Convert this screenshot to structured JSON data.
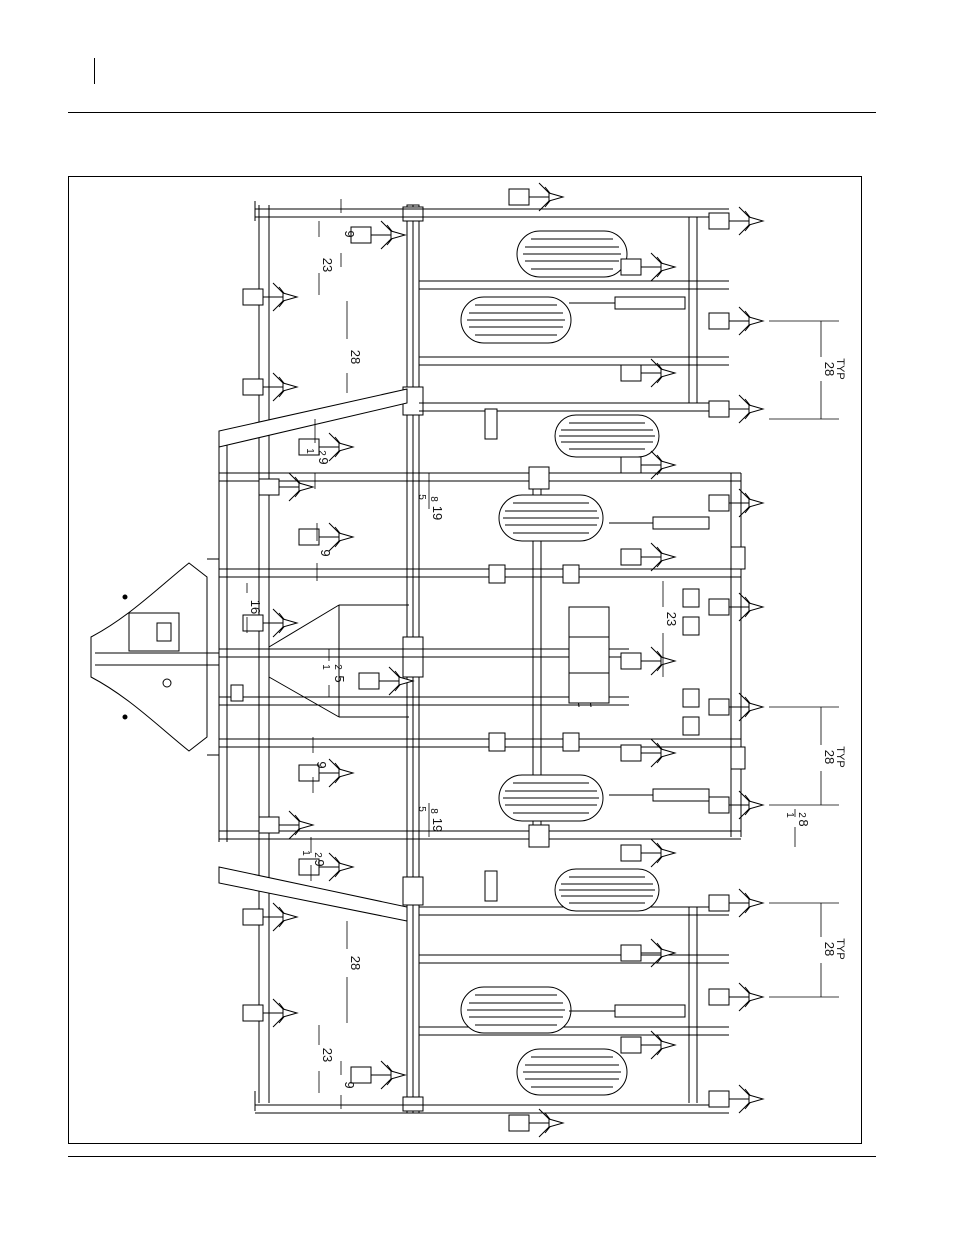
{
  "diagram": {
    "dimensions": {
      "left_9_top": "9",
      "left_23_top": "23",
      "left_28_top": "28",
      "left_9_half_top": "9",
      "left_9_mid_top": "9",
      "left_16": "16",
      "left_5_half": "5",
      "left_9_mid_bottom": "9",
      "left_9_half_bottom": "9",
      "left_28_bottom": "28",
      "left_23_bottom": "23",
      "left_9_bottom": "9",
      "center_19_top": "19",
      "center_19_bottom": "19",
      "center_23": "23",
      "right_28_top": "28",
      "right_28_mid": "28",
      "right_28_bottom": "28",
      "right_8_half": "8"
    },
    "fractions": {
      "half_num": "1",
      "half_den": "2",
      "five_eighths_num": "5",
      "five_eighths_den": "8"
    },
    "typ_label": "TYP"
  }
}
